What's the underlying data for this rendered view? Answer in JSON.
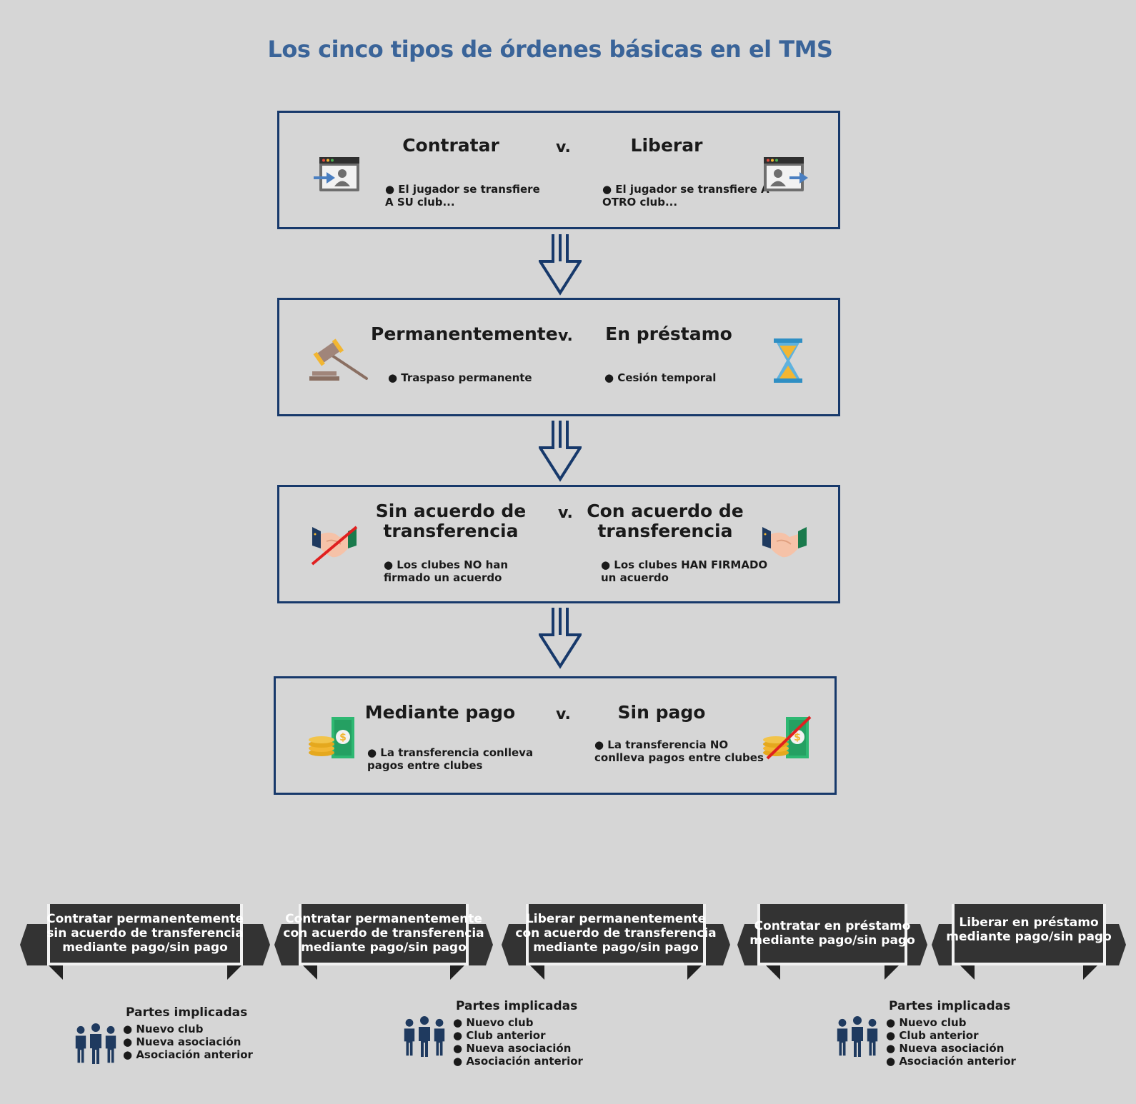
{
  "title": "Los cinco tipos de órdenes básicas en el TMS",
  "vs": "v.",
  "boxes": [
    {
      "left": {
        "heading": "Contratar",
        "desc": "● El jugador se transfiere\nA SU club...",
        "icon": "browser-user-in-icon"
      },
      "right": {
        "heading": "Liberar",
        "desc": "● El jugador se transfiere A\nOTRO club...",
        "icon": "browser-user-out-icon"
      }
    },
    {
      "left": {
        "heading": "Permanentemente",
        "desc": "● Traspaso permanente",
        "icon": "gavel-icon"
      },
      "right": {
        "heading": "En préstamo",
        "desc": "● Cesión temporal",
        "icon": "hourglass-icon"
      }
    },
    {
      "left": {
        "heading": "Sin acuerdo de\ntransferencia",
        "desc": "● Los clubes NO han\nfirmado un acuerdo",
        "icon": "handshake-crossed-icon"
      },
      "right": {
        "heading": "Con acuerdo de\ntransferencia",
        "desc": "● Los clubes HAN FIRMADO\nun acuerdo",
        "icon": "handshake-icon"
      }
    },
    {
      "left": {
        "heading": "Mediante pago",
        "desc": "● La transferencia conlleva\npagos entre clubes",
        "icon": "money-icon"
      },
      "right": {
        "heading": "Sin pago",
        "desc": "● La transferencia NO\nconlleva pagos entre clubes",
        "icon": "money-crossed-icon"
      }
    }
  ],
  "ribbons": [
    "Contratar permanentemente\nsin acuerdo de transferencia\nmediante pago/sin pago",
    "Contratar permanentemente\ncon acuerdo de transferencia\nmediante pago/sin pago",
    "Liberar permanentemente\ncon acuerdo de transferencia\nmediante pago/sin pago",
    "Contratar en préstamo\nmediante pago/sin pago",
    "Liberar en préstamo\nmediante pago/sin pago"
  ],
  "parties": [
    {
      "title": "Partes implicadas",
      "items": [
        "Nuevo club",
        "Nueva asociación",
        "Asociación anterior"
      ]
    },
    {
      "title": "Partes implicadas",
      "items": [
        "Nuevo club",
        "Club anterior",
        "Nueva asociación",
        "Asociación anterior"
      ]
    },
    {
      "title": "Partes implicadas",
      "items": [
        "Nuevo club",
        "Club anterior",
        "Nueva asociación",
        "Asociación anterior"
      ]
    }
  ],
  "colors": {
    "background": "#d6d6d6",
    "title": "#3a6499",
    "border": "#17396b",
    "ribbon": "#333333",
    "people": "#1f3a5f"
  }
}
